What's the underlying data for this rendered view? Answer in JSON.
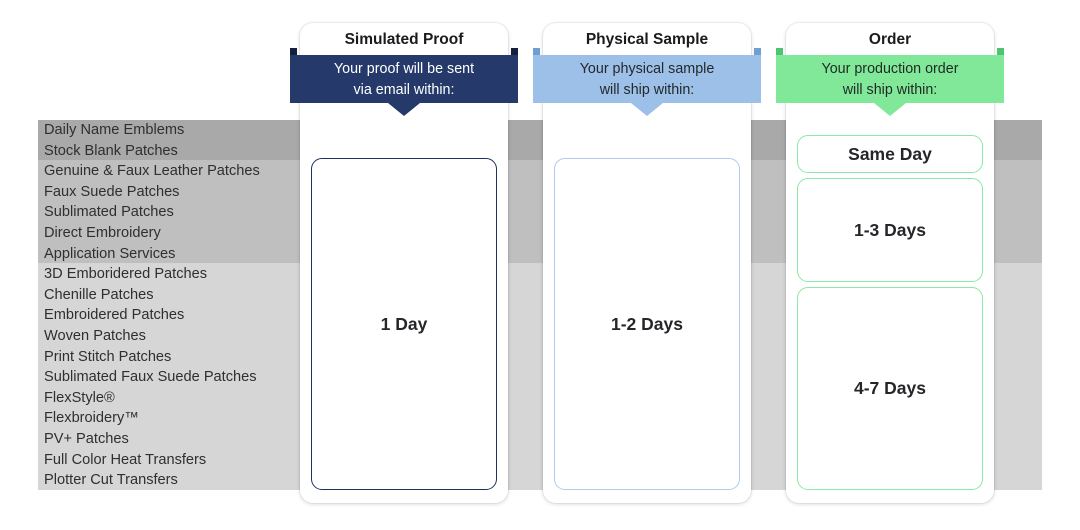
{
  "product_list": {
    "groups": [
      {
        "shade": "#a9a9a9",
        "items": [
          "Daily Name Emblems",
          "Stock Blank Patches"
        ]
      },
      {
        "shade": "#bfbfbf",
        "items": [
          "Genuine & Faux Leather Patches",
          "Faux Suede Patches",
          "Sublimated Patches",
          "Direct Embroidery",
          "Application Services"
        ]
      },
      {
        "shade": "#d6d6d6",
        "items": [
          "3D Emboridered Patches",
          "Chenille Patches",
          "Embroidered Patches",
          "Woven Patches",
          "Print Stitch Patches",
          "Sublimated Faux Suede Patches",
          "FlexStyle®",
          "Flexbroidery™",
          "PV+ Patches",
          "Full Color Heat Transfers",
          "Plotter Cut Transfers"
        ]
      }
    ],
    "all_items": [
      "Daily Name Emblems",
      "Stock Blank Patches",
      "Genuine & Faux Leather Patches",
      "Faux Suede Patches",
      "Sublimated Patches",
      "Direct Embroidery",
      "Application Services",
      "3D Emboridered Patches",
      "Chenille Patches",
      "Embroidered Patches",
      "Woven Patches",
      "Print Stitch Patches",
      "Sublimated Faux Suede Patches",
      "FlexStyle®",
      "Flexbroidery™",
      "PV+ Patches",
      "Full Color Heat Transfers",
      "Plotter Cut Transfers"
    ]
  },
  "columns": {
    "proof": {
      "title": "Simulated Proof",
      "banner_line1": "Your proof will be sent",
      "banner_line2": "via email within:",
      "banner_color": "#25396b",
      "banner_text_color": "#ffffff",
      "box_border_color": "#1f3160",
      "value": "1 Day"
    },
    "sample": {
      "title": "Physical Sample",
      "banner_line1": "Your physical sample",
      "banner_line2": "will ship within:",
      "banner_color": "#9dc0e8",
      "banner_text_color": "#24282c",
      "box_border_color": "#aecbeb",
      "value": "1-2 Days"
    },
    "order": {
      "title": "Order",
      "banner_line1": "Your production order",
      "banner_line2": "will ship within:",
      "banner_color": "#81e89a",
      "banner_text_color": "#1f2a22",
      "box_border_color": "#8aeaa3",
      "value_same_day": "Same Day",
      "value_1_3": "1-3 Days",
      "value_4_7": "4-7 Days"
    }
  }
}
